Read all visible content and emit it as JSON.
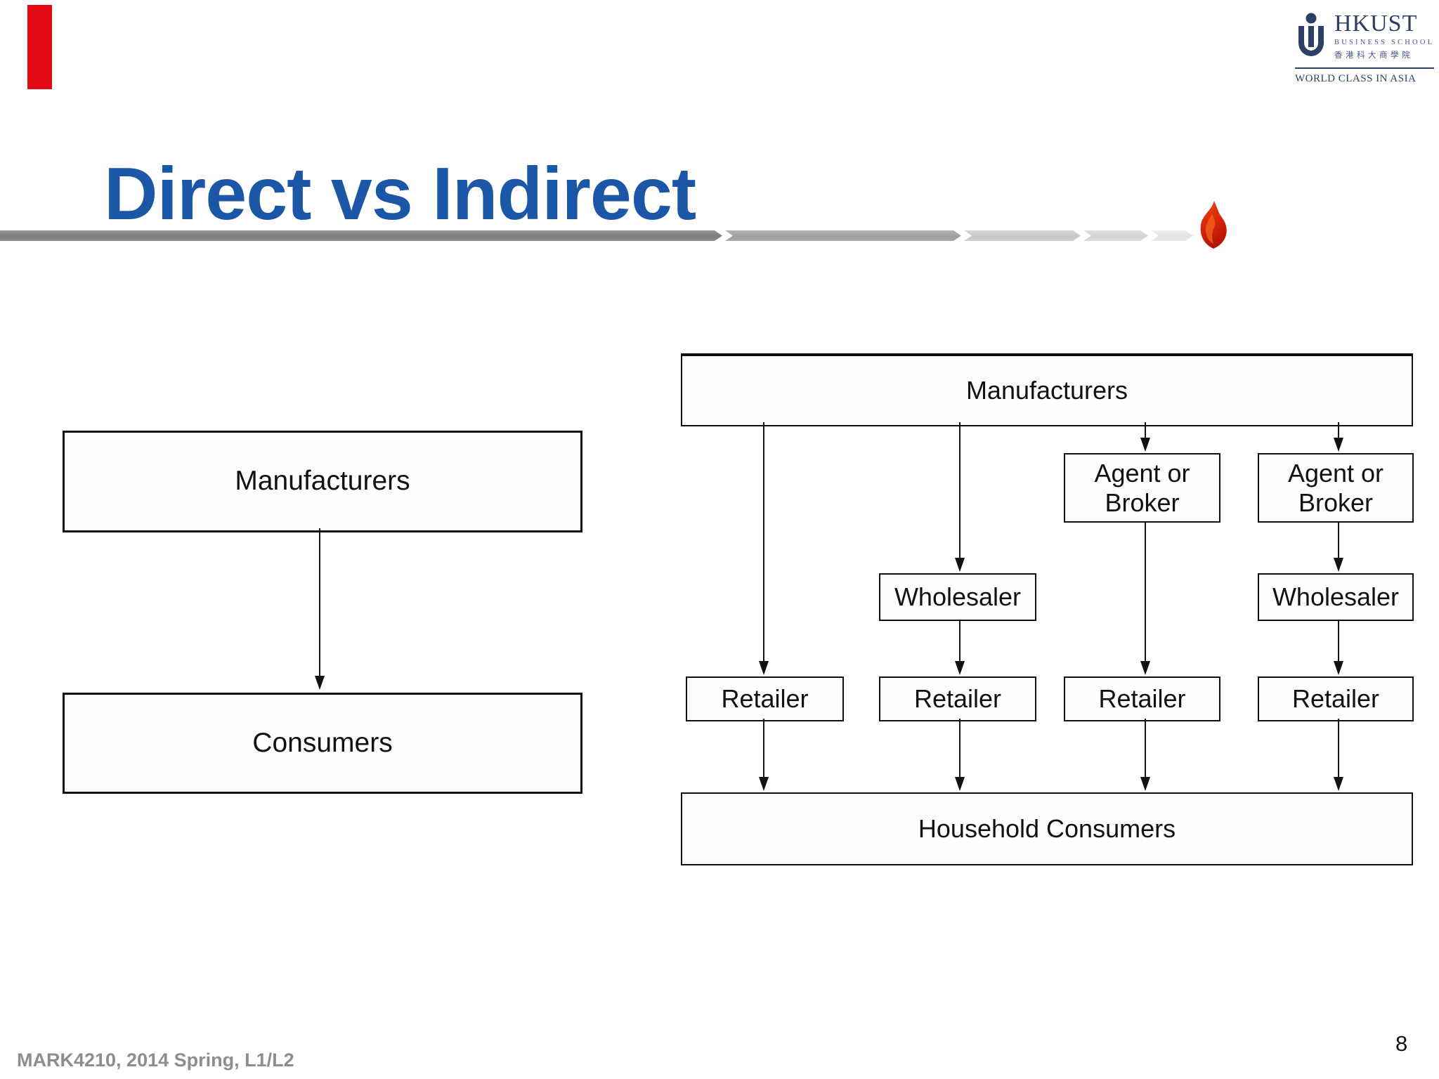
{
  "header": {
    "title": "Direct vs Indirect"
  },
  "logo": {
    "name": "HKUST",
    "subtitle": "BUSINESS SCHOOL",
    "subtitle_cn": "香港科大商學院",
    "tagline": "WORLD CLASS IN ASIA"
  },
  "left_diagram": {
    "manufacturers": "Manufacturers",
    "consumers": "Consumers"
  },
  "right_diagram": {
    "manufacturers": "Manufacturers",
    "agent_line1": "Agent or",
    "agent_line2": "Broker",
    "wholesaler": "Wholesaler",
    "retailer": "Retailer",
    "household": "Household Consumers"
  },
  "footer": {
    "course": "MARK4210, 2014 Spring, L1/L2",
    "page_number": "8"
  },
  "colors": {
    "title_blue": "#1b57a6",
    "logo_navy": "#2e3f66",
    "marker_red": "#e00914",
    "flame_red": "#d6250b",
    "footer_gray": "#8d8d8d",
    "divider_grays": [
      "#8a8a8a",
      "#aaaaaa",
      "#cfcfcf",
      "#d9d9d9",
      "#eaeaea"
    ]
  }
}
